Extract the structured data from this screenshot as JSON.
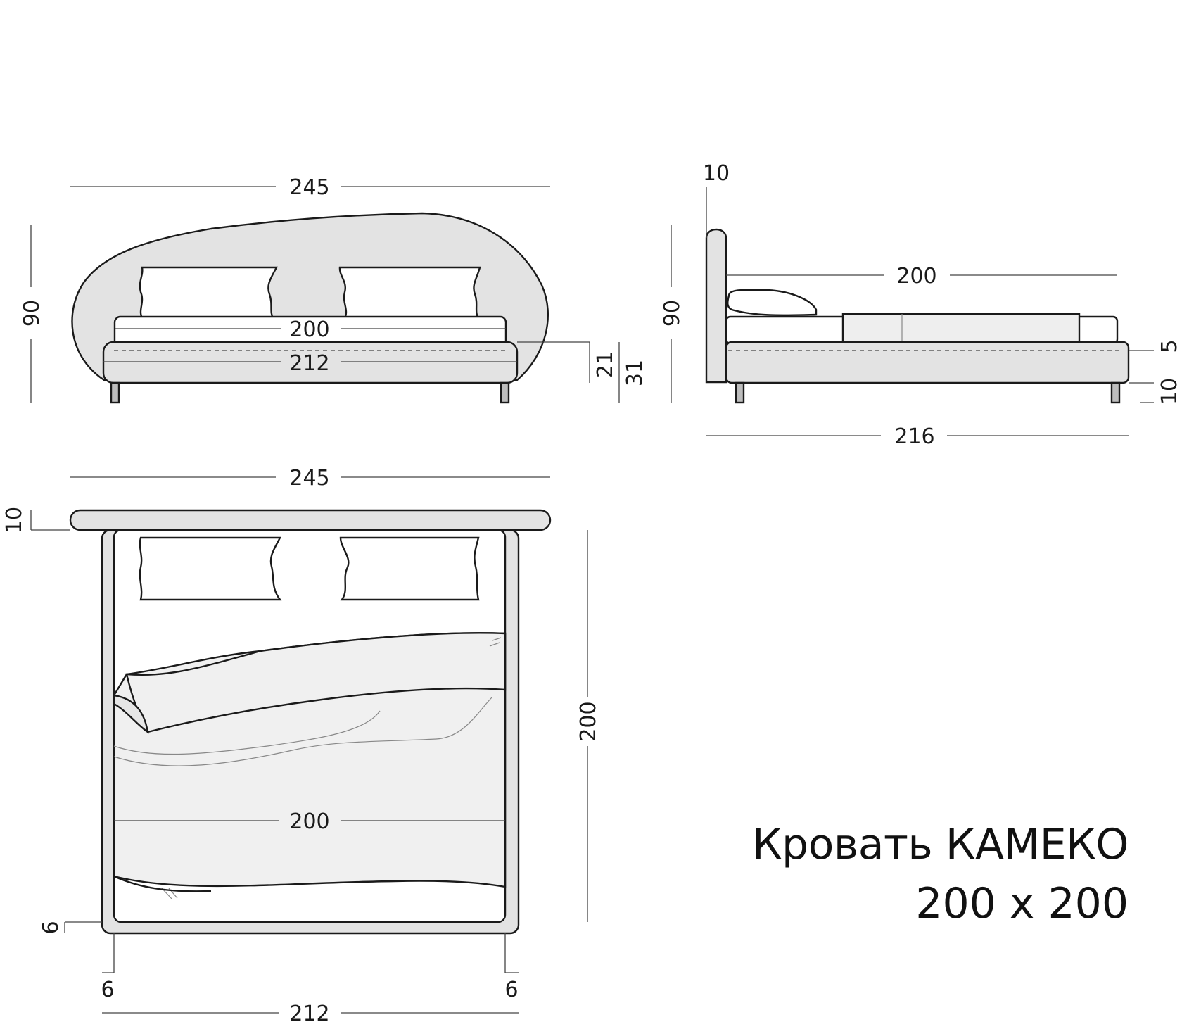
{
  "title": {
    "name": "Кровать КАМЕКО",
    "size": "200 x 200"
  },
  "front_view": {
    "overall_width": "245",
    "height": "90",
    "mattress_width": "200",
    "frame_width": "212",
    "frame_height": "21",
    "base_height": "31"
  },
  "side_view": {
    "headboard_thickness": "10",
    "height": "90",
    "mattress_length": "200",
    "mattress_inset": "5",
    "leg_height": "10",
    "overall_length": "216"
  },
  "top_view": {
    "overall_width": "245",
    "headboard_depth": "10",
    "length": "200",
    "mattress_width": "200",
    "frame_edge_bottom": "6",
    "frame_edge_left": "6",
    "frame_edge_right": "6",
    "frame_width": "212"
  },
  "colors": {
    "line": "#1a1a1a",
    "fill_light": "#e3e3e3",
    "fill_lighter": "#f0f0f0",
    "white": "#ffffff"
  }
}
